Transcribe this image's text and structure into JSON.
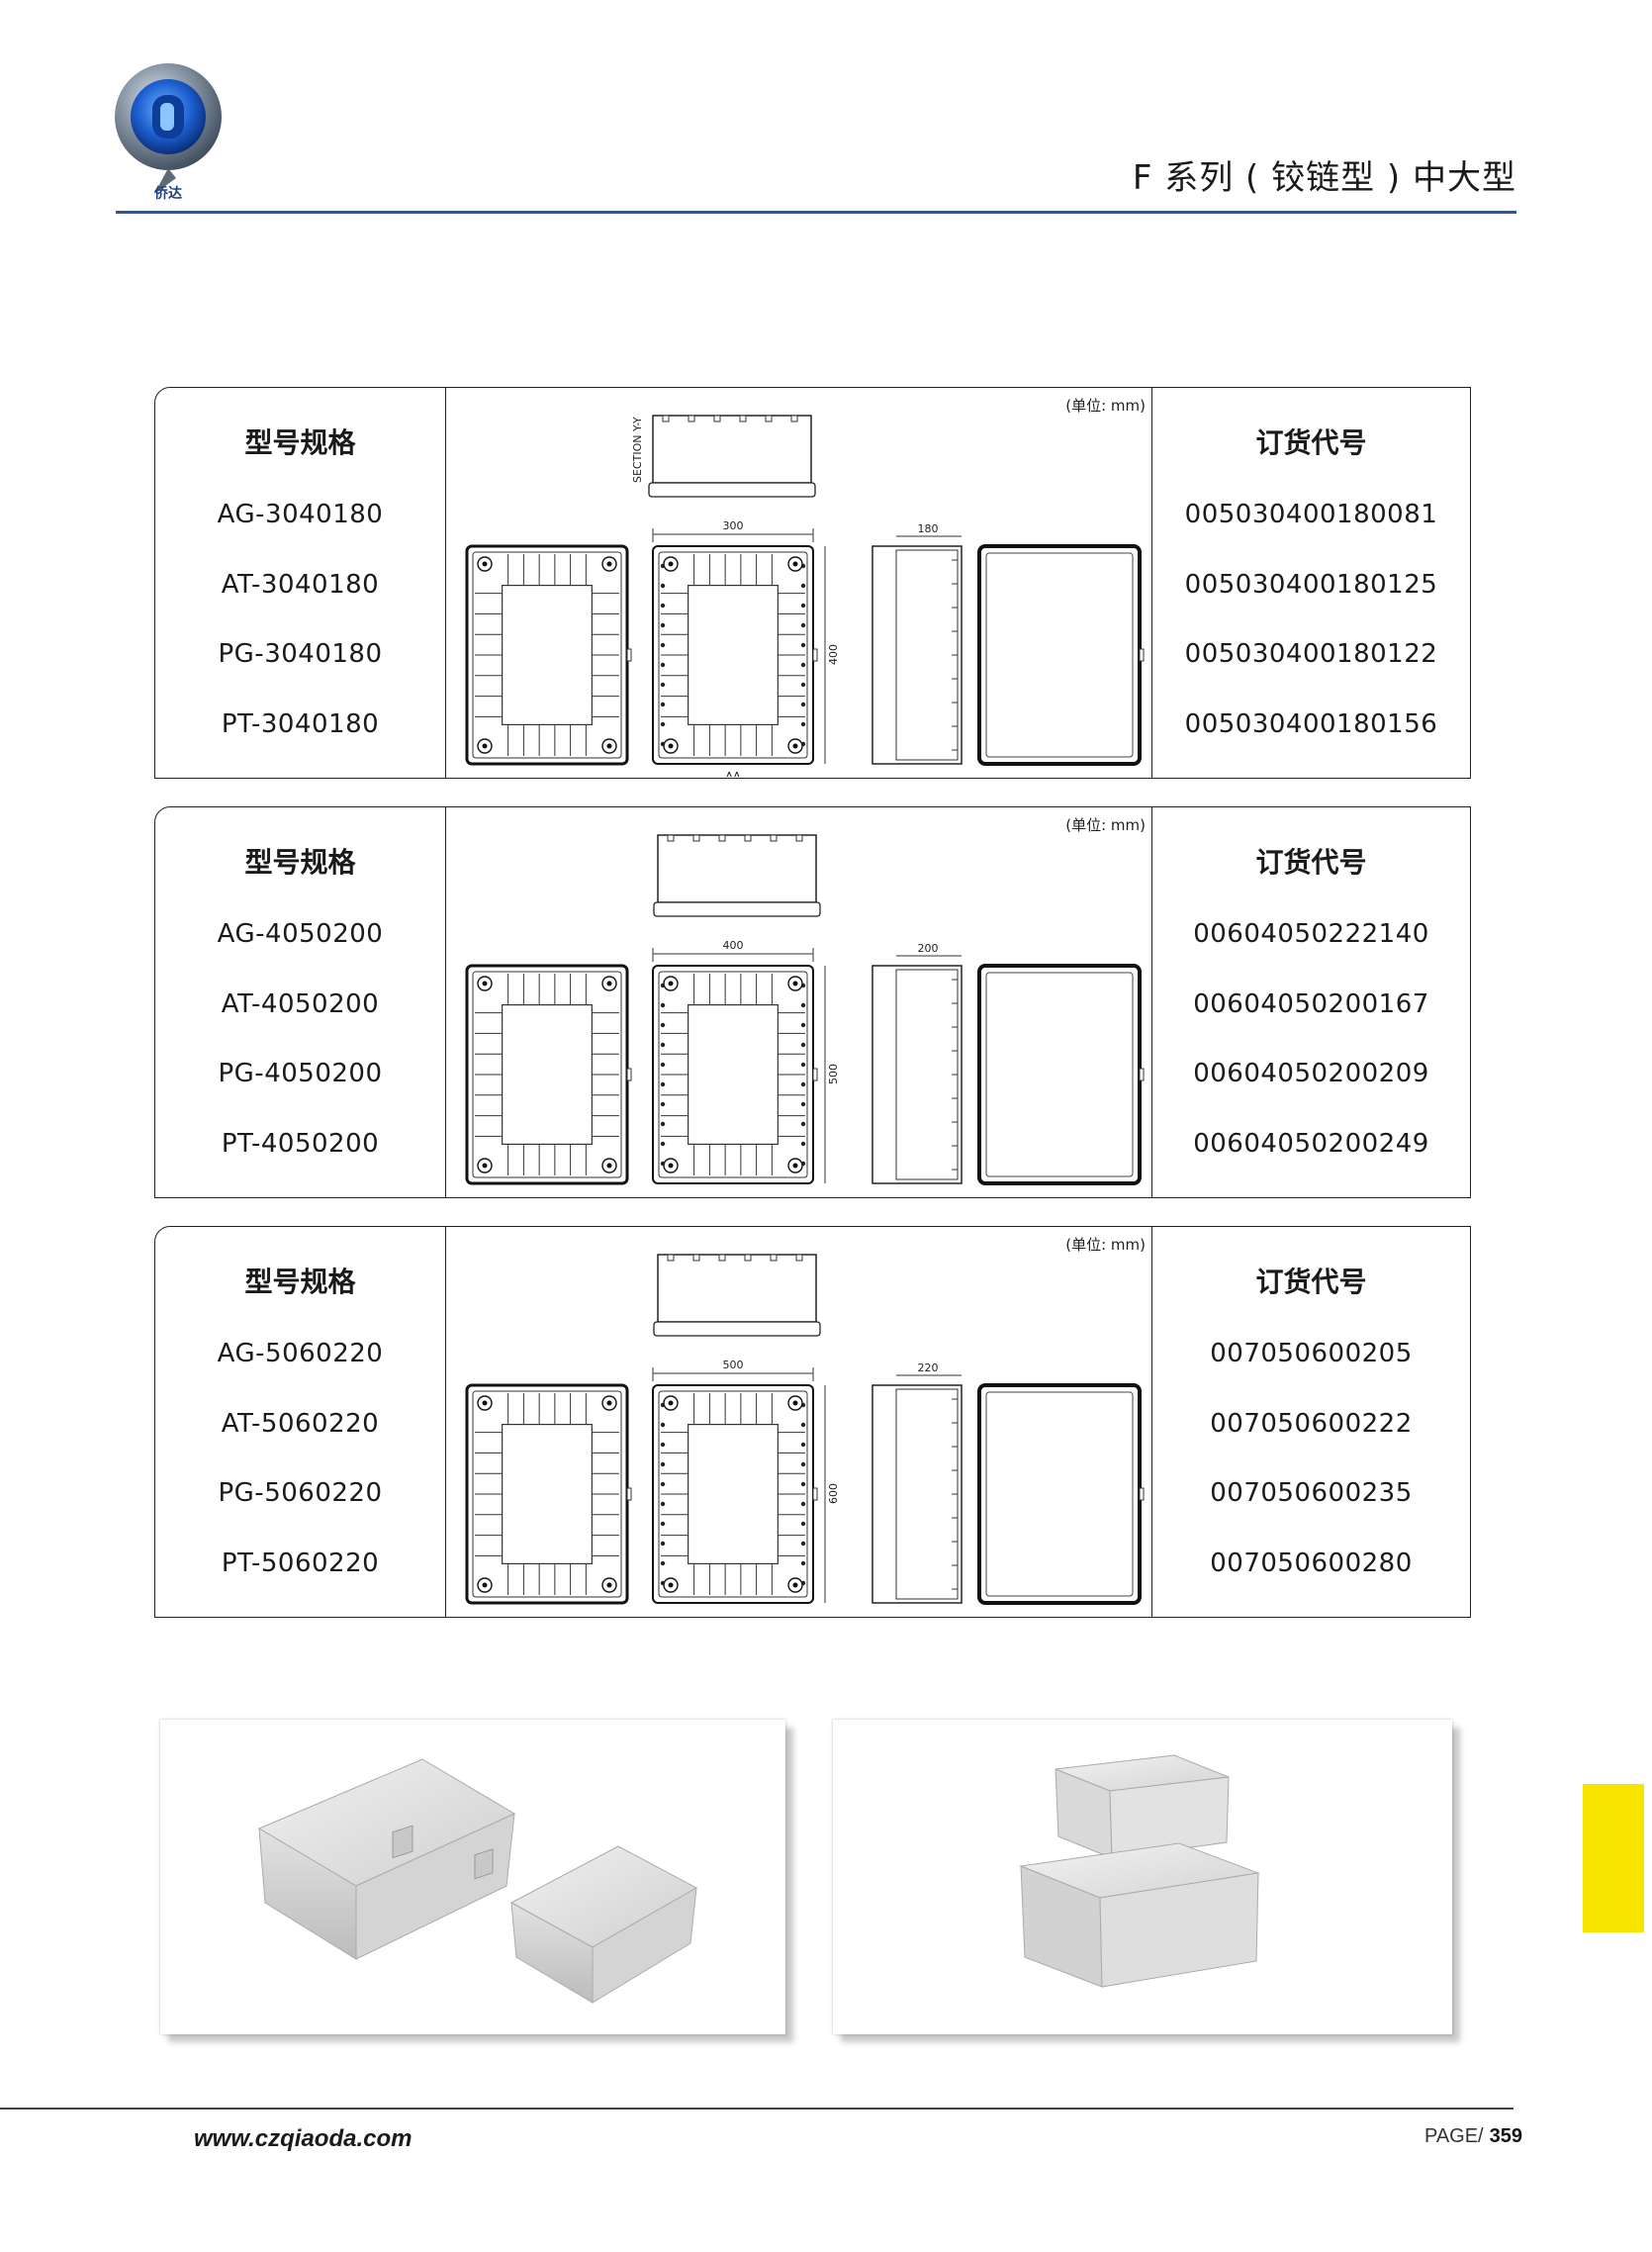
{
  "header": {
    "title": "F 系列 ( 铰链型 ) 中大型",
    "brand_text": "侨达",
    "accent_color": "#2a5a9a"
  },
  "tables": [
    {
      "model_header": "型号规格",
      "order_header": "订货代号",
      "unit": "(单位: mm)",
      "models": [
        "AG-3040180",
        "AT-3040180",
        "PG-3040180",
        "PT-3040180"
      ],
      "codes": [
        "005030400180081",
        "005030400180125",
        "005030400180122",
        "005030400180156"
      ],
      "dims": {
        "width": "300",
        "height": "400",
        "depth": "180"
      },
      "section_label": "SECTION Y-Y",
      "aa_label": "AA"
    },
    {
      "model_header": "型号规格",
      "order_header": "订货代号",
      "unit": "(单位: mm)",
      "models": [
        "AG-4050200",
        "AT-4050200",
        "PG-4050200",
        "PT-4050200"
      ],
      "codes": [
        "00604050222140",
        "00604050200167",
        "00604050200209",
        "00604050200249"
      ],
      "dims": {
        "width": "400",
        "height": "500",
        "depth": "200"
      }
    },
    {
      "model_header": "型号规格",
      "order_header": "订货代号",
      "unit": "(单位: mm)",
      "models": [
        "AG-5060220",
        "AT-5060220",
        "PG-5060220",
        "PT-5060220"
      ],
      "codes": [
        "007050600205",
        "007050600222",
        "007050600235",
        "007050600280"
      ],
      "dims": {
        "width": "500",
        "height": "600",
        "depth": "220"
      }
    }
  ],
  "side_tab_color": "#f7e500",
  "footer": {
    "url": "www.czqiaoda.com",
    "page_label": "PAGE/",
    "page_number": "359"
  }
}
